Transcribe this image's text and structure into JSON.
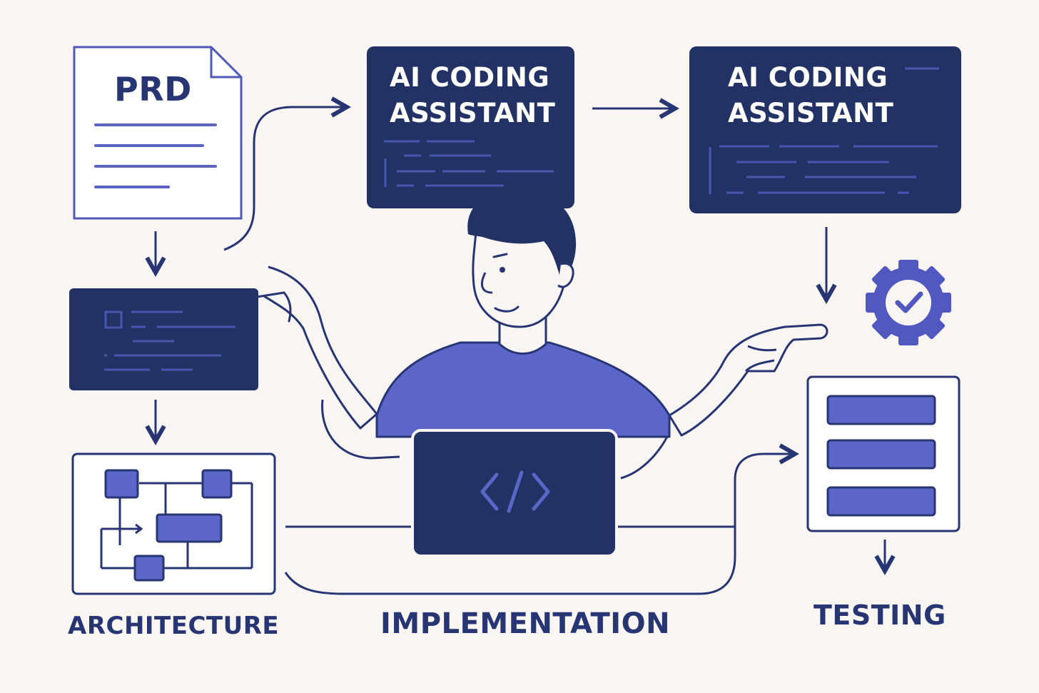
{
  "prd_doc": {
    "title": "PRD"
  },
  "assistant_1": {
    "title_line1": "AI CODING",
    "title_line2": "ASSISTANT"
  },
  "assistant_2": {
    "title_line1": "AI CODING",
    "title_line2": "ASSISTANT"
  },
  "laptop": {
    "icon": "code-brackets-icon"
  },
  "testing_gear": {
    "icon": "gear-check-icon"
  },
  "labels": {
    "architecture": "ARCHITECTURE",
    "implementation": "IMPLEMENTATION",
    "testing": "TESTING"
  },
  "colors": {
    "navy": "#283573",
    "dark_box": "#233264",
    "accent": "#5b63c4",
    "light_accent": "#5c66c8",
    "background": "#f8f5f3"
  }
}
